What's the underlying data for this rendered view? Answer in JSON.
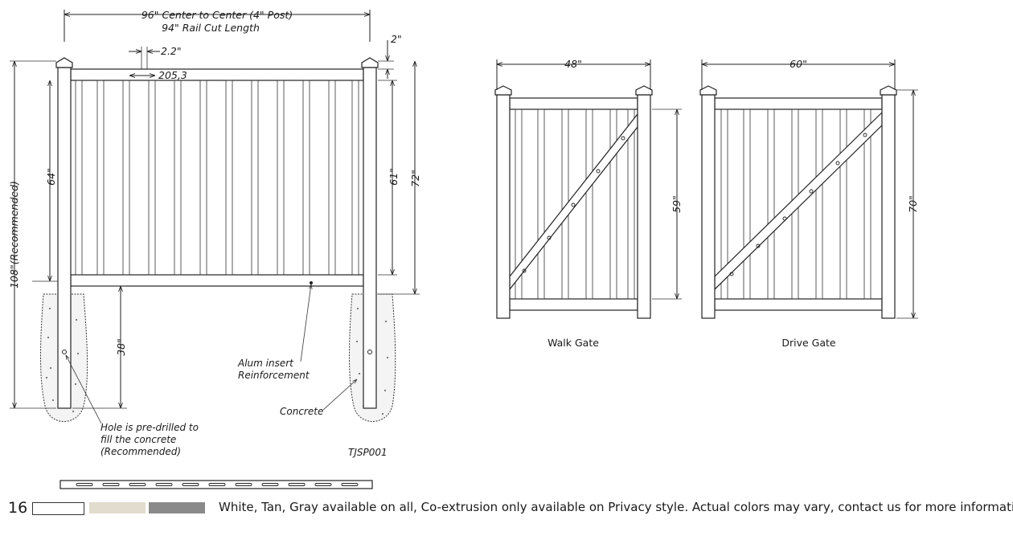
{
  "fence": {
    "dim_center_to_center": "96\" Center to Center (4\" Post)",
    "dim_rail_cut": "94\" Rail Cut Length",
    "dim_picket_width": "2.2\"",
    "dim_picket_spacing": "205,3",
    "dim_top_offset": "2\"",
    "dim_overall_height": "108\"(Recommended)",
    "dim_post_above": "64\"",
    "dim_picket_height": "61\"",
    "dim_panel_height": "72\"",
    "dim_post_below": "38\"",
    "label_insert_1": "Alum insert",
    "label_insert_2": "Reinforcement",
    "label_concrete": "Concrete",
    "label_hole_1": "Hole is pre-drilled to",
    "label_hole_2": "fill the concrete",
    "label_hole_3": "(Recommended)",
    "model_code": "TJSP001"
  },
  "walk_gate": {
    "dim_width": "48\"",
    "dim_height": "59\"",
    "caption": "Walk Gate"
  },
  "drive_gate": {
    "dim_width": "60\"",
    "dim_height": "70\"",
    "caption": "Drive Gate"
  },
  "footer": {
    "page_number": "16",
    "swatches": [
      {
        "name": "White",
        "color": "#ffffff"
      },
      {
        "name": "Tan",
        "color": "#e2dccf"
      },
      {
        "name": "Gray",
        "color": "#8a8a8a"
      }
    ],
    "note": "White, Tan, Gray available on all, Co-extrusion only available on Privacy style. Actual colors may vary, contact us for more information."
  }
}
